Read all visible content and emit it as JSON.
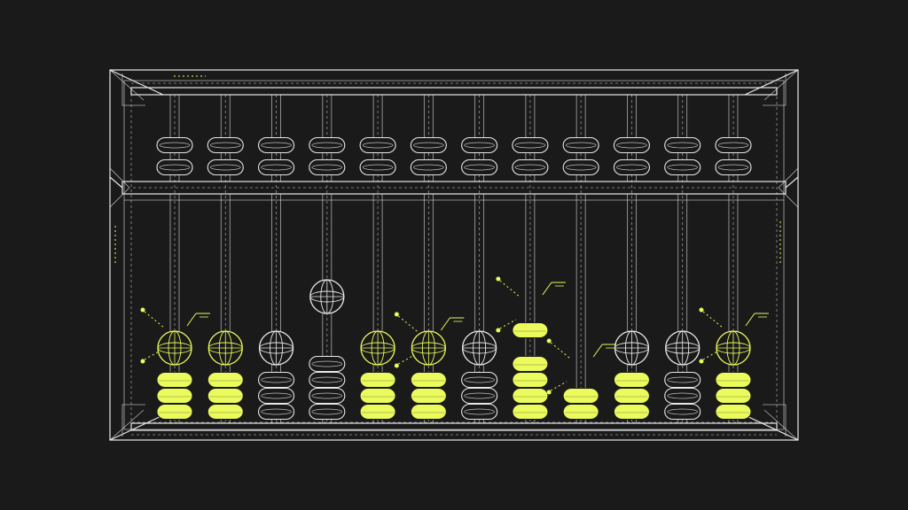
{
  "theme": {
    "background": "#1a1a1a",
    "line": "#e8e8e8",
    "accent": "#ebfa5c"
  },
  "abacus": {
    "rod_count": 12,
    "upper_beads_per_rod": 2,
    "lower_beads_per_rod": 5,
    "columns": [
      {
        "lower_stack": [
          "globe-accent",
          "disc-accent",
          "disc-accent",
          "disc-accent"
        ],
        "annotated": true,
        "lifted": 0
      },
      {
        "lower_stack": [
          "globe-accent",
          "disc-accent",
          "disc-accent",
          "disc-accent"
        ],
        "annotated": false,
        "lifted": 0
      },
      {
        "lower_stack": [
          "globe-outline",
          "disc-outline",
          "disc-outline",
          "disc-outline"
        ],
        "annotated": false,
        "lifted": 0
      },
      {
        "lower_stack": [
          "globe-outline",
          "disc-outline",
          "disc-outline",
          "disc-outline",
          "disc-outline"
        ],
        "annotated": false,
        "lifted": 1
      },
      {
        "lower_stack": [
          "globe-accent",
          "disc-accent",
          "disc-accent",
          "disc-accent"
        ],
        "annotated": false,
        "lifted": 0
      },
      {
        "lower_stack": [
          "globe-accent",
          "disc-accent",
          "disc-accent",
          "disc-accent"
        ],
        "annotated": true,
        "lifted": 0
      },
      {
        "lower_stack": [
          "globe-outline",
          "disc-outline",
          "disc-outline",
          "disc-outline"
        ],
        "annotated": false,
        "lifted": 0
      },
      {
        "lower_stack": [
          "disc-accent",
          "disc-accent",
          "disc-accent",
          "disc-accent",
          "disc-accent"
        ],
        "annotated": true,
        "lifted": 1
      },
      {
        "lower_stack": [
          "disc-accent",
          "disc-accent"
        ],
        "annotated": true,
        "lifted": 0
      },
      {
        "lower_stack": [
          "globe-outline",
          "disc-accent",
          "disc-accent",
          "disc-accent"
        ],
        "annotated": false,
        "lifted": 0
      },
      {
        "lower_stack": [
          "globe-outline",
          "disc-outline",
          "disc-outline",
          "disc-outline"
        ],
        "annotated": false,
        "lifted": 0
      },
      {
        "lower_stack": [
          "globe-accent",
          "disc-accent",
          "disc-accent",
          "disc-accent"
        ],
        "annotated": true,
        "lifted": 0
      }
    ]
  }
}
